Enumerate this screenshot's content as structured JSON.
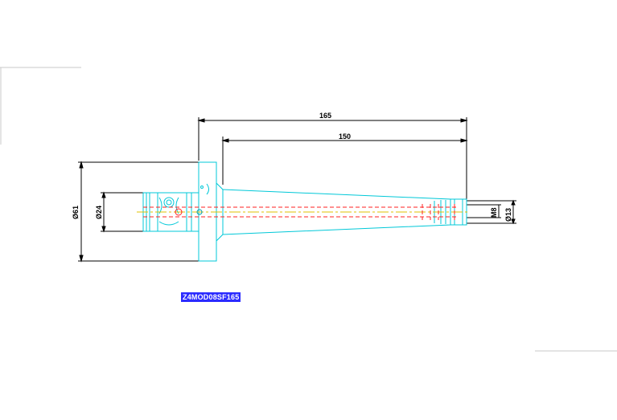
{
  "drawing": {
    "part_label": "Z4MOD08SF165",
    "dimensions": {
      "overall_length": "165",
      "taper_length": "150",
      "flange_diameter": "Ø61",
      "shank_diameter": "Ø24",
      "thread": "M8",
      "tip_diameter": "Ø13"
    }
  },
  "colors": {
    "outline": "#00c8d8",
    "dimension": "#000000",
    "hidden_line": "#ff2020",
    "center_line": "#e0c000",
    "label_bg": "#2b2bff",
    "label_text": "#ffffff"
  }
}
